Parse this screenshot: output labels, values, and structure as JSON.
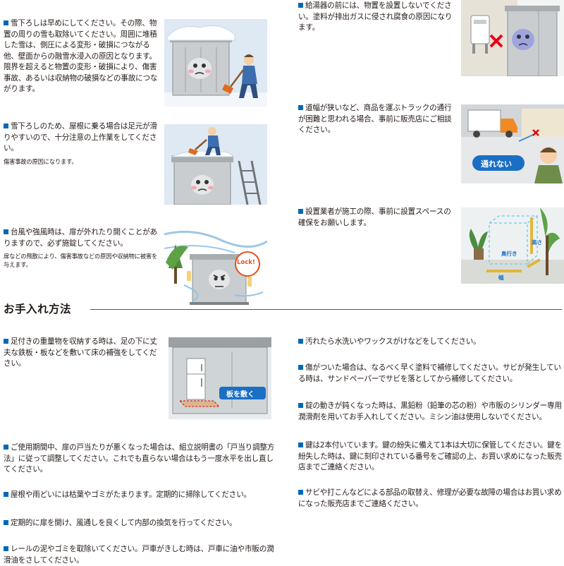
{
  "caution": {
    "left": [
      {
        "text": "雪下ろしは早めにしてください。その際、物置の周りの雪も取除いてください。周囲に堆積した雪は、側圧による変形・破損につながる他、壁面からの融雪水浸入の原因となります。限界を超えると物置の変形・破損により、傷害事故、あるいは収納物の破損などの事故につながります。",
        "sub": ""
      },
      {
        "text": "雪下ろしのため、屋根に乗る場合は足元が滑りやすいので、十分注意の上作業をしてください。",
        "sub": "傷害事故の原因になります。"
      },
      {
        "text": "台風や強風時は、扉が外れたり開くことがありますので、必ず施錠してください。",
        "sub": "扉などの飛散により、傷害事故などの原因や収納物に被害を与えます。"
      }
    ],
    "right": [
      {
        "text": "給湯器の前には、物置を設置しないでください。塗料が排出ガスに侵され腐食の原因になります。"
      },
      {
        "text": "道幅が狭いなど、商品を運ぶトラックの通行が困難と思われる場合、事前に販売店にご相談ください。"
      },
      {
        "text": "設置業者が施工の際、事前に設置スペースの確保をお願いします。"
      }
    ]
  },
  "labels": {
    "lock": "Lock!",
    "no_pass": "通れない",
    "height": "高さ",
    "depth": "奥行き",
    "width": "幅",
    "board": "板を敷く"
  },
  "section": {
    "title": "お手入れ方法"
  },
  "care": {
    "left": [
      "足付きの重量物を収納する時は、足の下に丈夫な鉄板・板などを敷いて床の補強をしてください。",
      "ご使用期間中、扉の戸当たりが悪くなった場合は、組立説明書の「戸当り調整方法」に従って調整してください。これでも直らない場合はもう一度水平を出し直してください。",
      "屋根や雨どいには枯葉やゴミがたまります。定期的に掃除してください。",
      "定期的に扉を開け、風通しを良くして内部の換気を行ってください。",
      "レールの泥やゴミを取除いてください。戸車がきしむ時は、戸車に油や市販の潤滑油をさしてください。"
    ],
    "right": [
      "汚れたら水洗いやワックスがけなどをしてください。",
      "傷がついた場合は、なるべく早く塗料で補修してください。サビが発生している時は、サンドペーパーでサビを落としてから補修してください。",
      "錠の動きが鈍くなった時は、黒鉛粉（鉛筆の芯の粉）や市販のシリンダー専用潤滑剤を用いてお手入れしてください。ミシン油は使用しないでください。",
      "鍵は2本付いています。鍵の紛失に備えて1本は大切に保管してください。鍵を紛失した時は、鍵に刻印されている番号をご確認の上、お買い求めになった販売店までご連絡ください。",
      "サビや打こんなどによる部品の取替え、修理が必要な故障の場合はお買い求めになった販売店までご連絡ください。"
    ]
  },
  "colors": {
    "bullet": "#0068b7",
    "accent_blue": "#1a6fc4",
    "warning_red": "#e60012",
    "lock_red": "#e94e1b"
  }
}
